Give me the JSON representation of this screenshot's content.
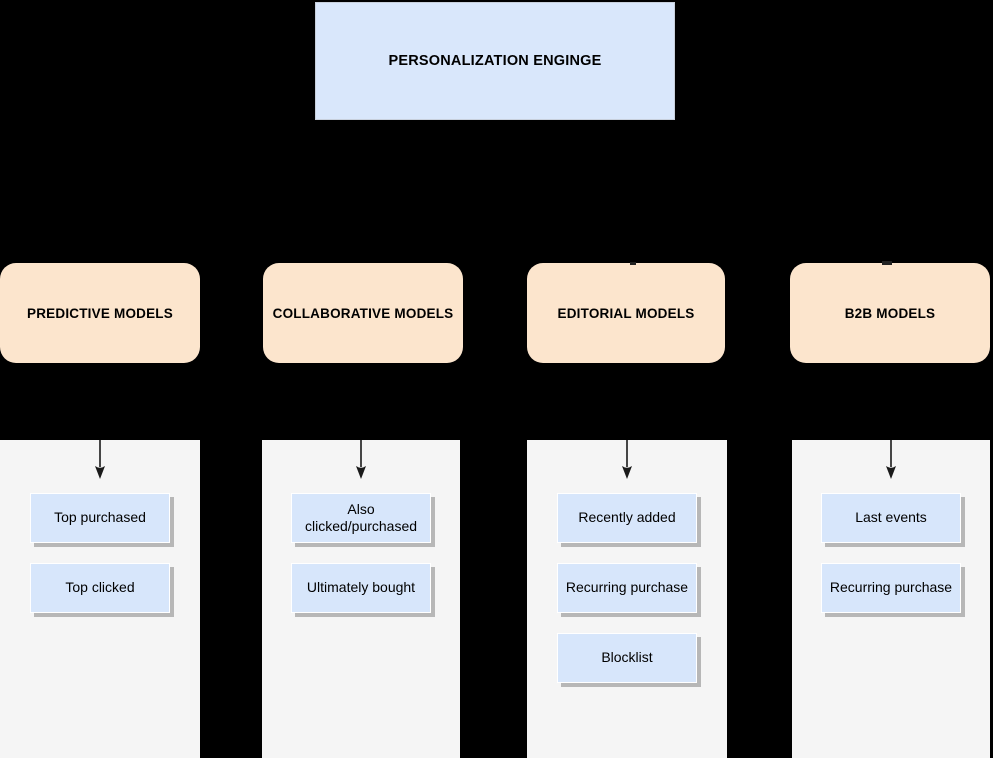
{
  "diagram": {
    "root": {
      "label": "PERSONALIZATION ENGINGE"
    },
    "groups": [
      {
        "label": "PREDICTIVE MODELS",
        "items": [
          "Top purchased",
          "Top clicked"
        ]
      },
      {
        "label": "COLLABORATIVE MODELS",
        "items": [
          "Also\nclicked/purchased",
          "Ultimately bought"
        ]
      },
      {
        "label": "EDITORIAL MODELS",
        "items": [
          "Recently added",
          "Recurring purchase",
          "Blocklist"
        ]
      },
      {
        "label": "B2B MODELS",
        "items": [
          "Last events",
          "Recurring purchase"
        ]
      }
    ],
    "colors": {
      "background": "#000000",
      "root_fill": "#d9e7fb",
      "root_border": "#c8d0dc",
      "group_fill": "#fce5cd",
      "column_fill": "#f5f5f5",
      "item_fill": "#d7e6fb",
      "item_border": "#ffffff",
      "shadow": "#b7b7b7",
      "arrow": "#1a1a1a"
    }
  }
}
